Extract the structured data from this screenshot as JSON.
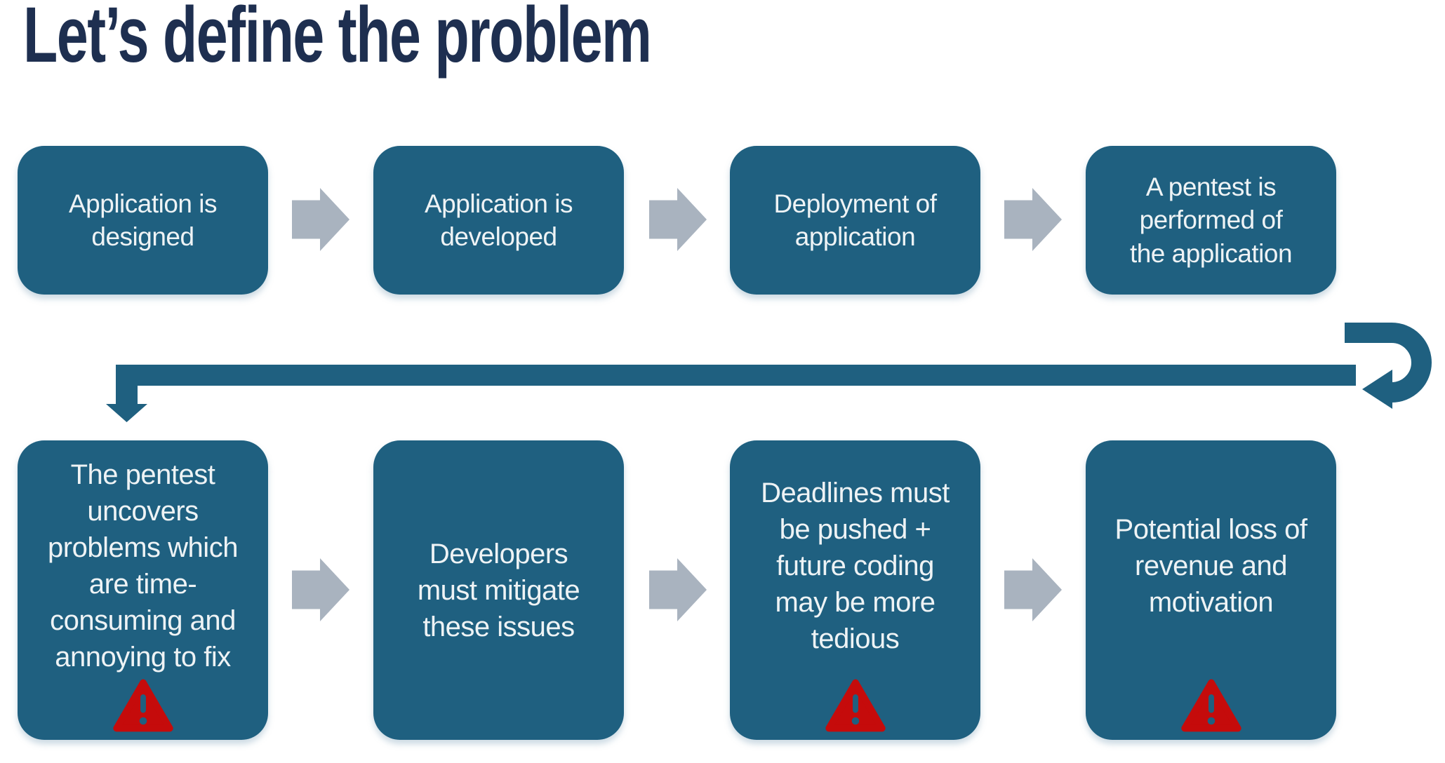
{
  "title": "Let’s define the problem",
  "colors": {
    "background": "#FFFFFF",
    "title_color": "#1E2F50",
    "box_fill": "#1F6080",
    "box_text": "#EEF3F5",
    "connector_blue": "#1F6080",
    "arrow_gray": "#A9B3BF",
    "warning_red": "#C50B0B"
  },
  "icons": {
    "step_connector": "right-block-arrow-icon",
    "loopback": "u-turn-arrow-icon",
    "return_connector": "left-elbow-down-arrow-icon",
    "warning": "warning-triangle-icon"
  },
  "flow": {
    "row1": [
      {
        "lines": [
          "Application is",
          "designed"
        ],
        "warning": false
      },
      {
        "lines": [
          "Application is",
          "developed"
        ],
        "warning": false
      },
      {
        "lines": [
          "Deployment of",
          "application"
        ],
        "warning": false
      },
      {
        "lines": [
          "A pentest is",
          "performed of",
          "the application"
        ],
        "warning": false
      }
    ],
    "row2": [
      {
        "lines": [
          "The pentest",
          "uncovers",
          "problems which",
          "are time-",
          "consuming and",
          "annoying to fix"
        ],
        "warning": true
      },
      {
        "lines": [
          "Developers",
          "must mitigate",
          "these issues"
        ],
        "warning": false
      },
      {
        "lines": [
          "Deadlines must",
          "be pushed +",
          "future coding",
          "may be more",
          "tedious"
        ],
        "warning": true
      },
      {
        "lines": [
          "Potential loss of",
          "revenue and",
          "motivation"
        ],
        "warning": true
      }
    ]
  }
}
